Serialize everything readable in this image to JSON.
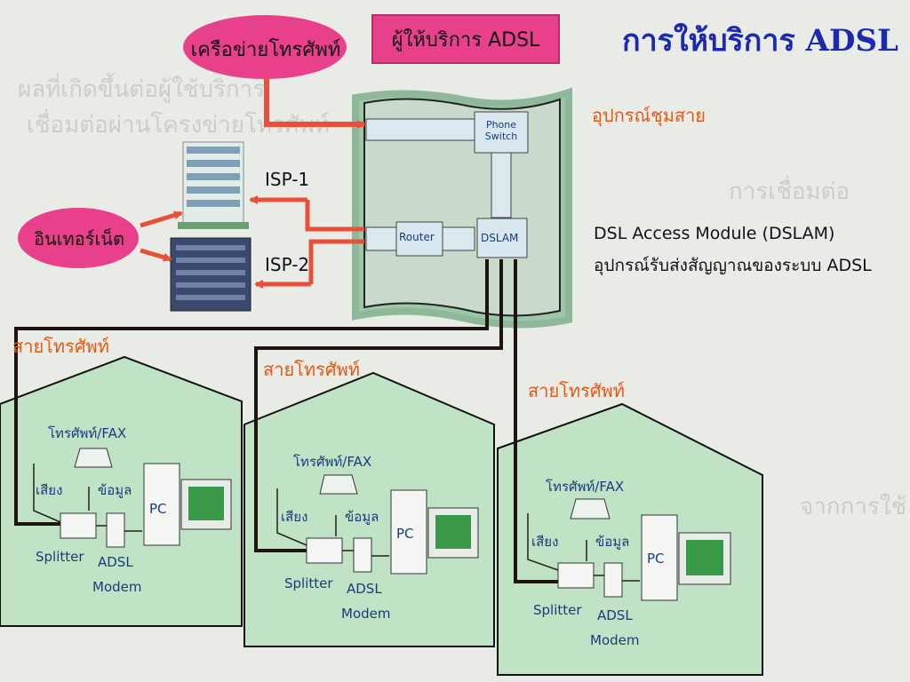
{
  "title": "การให้บริการ ADSL",
  "provider_label": "ผู้ให้บริการ ADSL",
  "phone_network": "เครือข่ายโทรศัพท์",
  "internet": "อินเทอร์เน็ต",
  "isp1": "ISP-1",
  "isp2": "ISP-2",
  "concentrator": "อุปกรณ์ชุมสาย",
  "phone_switch": "Phone Switch",
  "router": "Router",
  "dslam": "DSLAM",
  "dslam_title": "DSL Access Module (DSLAM)",
  "dslam_desc": "อุปกรณ์รับส่งสัญญาณของระบบ ADSL",
  "houses": [
    {
      "phone_line": "สายโทรศัพท์",
      "phone_fax": "โทรศัพท์/FAX",
      "voice": "เสียง",
      "data": "ข้อมูล",
      "pc": "PC",
      "splitter": "Splitter",
      "adsl": "ADSL",
      "modem": "Modem"
    },
    {
      "phone_line": "สายโทรศัพท์",
      "phone_fax": "โทรศัพท์/FAX",
      "voice": "เสียง",
      "data": "ข้อมูล",
      "pc": "PC",
      "splitter": "Splitter",
      "adsl": "ADSL",
      "modem": "Modem"
    },
    {
      "phone_line": "สายโทรศัพท์",
      "phone_fax": "โทรศัพท์/FAX",
      "voice": "เสียง",
      "data": "ข้อมูล",
      "pc": "PC",
      "splitter": "Splitter",
      "adsl": "ADSL",
      "modem": "Modem"
    }
  ],
  "colors": {
    "pink": "#e8408a",
    "title_blue": "#1b2ab0",
    "orange_label": "#e05a14",
    "arrow_red": "#e8503a",
    "house_green": "#bfe3c4",
    "cable": "#1f1410"
  }
}
